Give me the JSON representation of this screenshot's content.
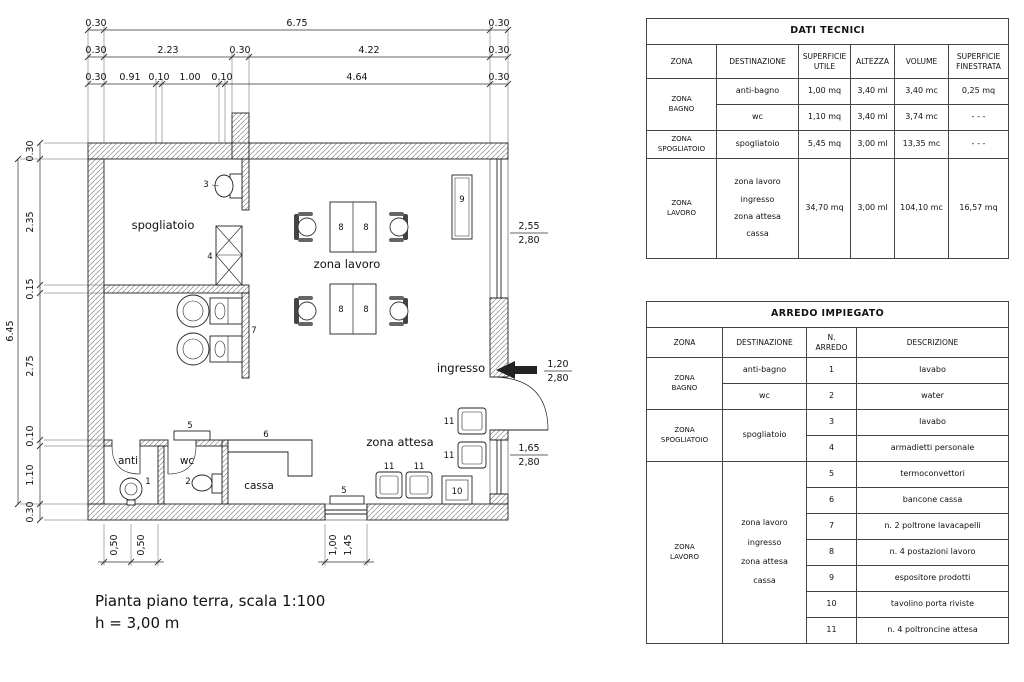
{
  "caption": {
    "line1": "Pianta piano terra, scala 1:100",
    "line2": "h = 3,00 m"
  },
  "plan": {
    "labels": {
      "spogliatoio": "spogliatoio",
      "zona_lavoro": "zona lavoro",
      "ingresso": "ingresso",
      "zona_attesa": "zona attesa",
      "anti": "anti",
      "wc": "wc",
      "cassa": "cassa"
    },
    "numbers": {
      "n1": "1",
      "n2": "2",
      "n3": "3",
      "n4": "4",
      "n5": "5",
      "n6": "6",
      "n7": "7",
      "n8": "8",
      "n9": "9",
      "n10": "10",
      "n11": "11"
    },
    "dims": {
      "top1": [
        "0.30",
        "6.75",
        "0.30"
      ],
      "top2": [
        "0.30",
        "2.23",
        "0.30",
        "4.22",
        "0.30"
      ],
      "top3": [
        "0.30",
        "0.91",
        "0.10",
        "1.00",
        "0.10",
        "4.64",
        "0.30"
      ],
      "left": [
        "0.30",
        "2.35",
        "0.15",
        "2.75",
        "0.10",
        "1.10",
        "0.30"
      ],
      "left_total": "6.45",
      "window1": [
        "2,55",
        "2,80"
      ],
      "door": [
        "1,20",
        "2,80"
      ],
      "window2": [
        "1,65",
        "2,80"
      ],
      "bottom_left": [
        "0,50",
        "0,50"
      ],
      "bottom_mid": [
        "1,00",
        "1,45"
      ]
    }
  },
  "tables": {
    "dati": {
      "title": "DATI TECNICI",
      "headers": [
        "ZONA",
        "DESTINAZIONE",
        "SUPERFICIE\nUTILE",
        "ALTEZZA",
        "VOLUME",
        "SUPERFICIE\nFINESTRATA"
      ],
      "zona_bagno": "ZONA\nBAGNO",
      "row_anti": [
        "anti-bagno",
        "1,00 mq",
        "3,40 ml",
        "3,40 mc",
        "0,25 mq"
      ],
      "row_wc": [
        "wc",
        "1,10 mq",
        "3,40 ml",
        "3,74 mc",
        "- - -"
      ],
      "zona_spogliatoio": "ZONA SPOGLIATOIO",
      "row_spogliatoio": [
        "spogliatoio",
        "5,45 mq",
        "3,00 ml",
        "13,35 mc",
        "- - -"
      ],
      "zona_lavoro": "ZONA\nLAVORO",
      "lavoro_dest": [
        "zona lavoro",
        "ingresso",
        "zona attesa",
        "cassa"
      ],
      "row_lavoro": [
        "34,70 mq",
        "3,00 ml",
        "104,10 mc",
        "16,57 mq"
      ]
    },
    "arredo": {
      "title": "ARREDO IMPIEGATO",
      "headers": [
        "ZONA",
        "DESTINAZIONE",
        "N.\nARREDO",
        "DESCRIZIONE"
      ],
      "zona_bagno": "ZONA\nBAGNO",
      "bagno_rows": [
        [
          "anti-bagno",
          "1",
          "lavabo"
        ],
        [
          "wc",
          "2",
          "water"
        ]
      ],
      "zona_spogliatoio": "ZONA\nSPOGLIATOIO",
      "spogliatoio_dest": "spogliatoio",
      "spogliatoio_rows": [
        [
          "3",
          "lavabo"
        ],
        [
          "4",
          "armadietti personale"
        ]
      ],
      "zona_lavoro": "ZONA\nLAVORO",
      "lavoro_dest": [
        "zona lavoro",
        "ingresso",
        "zona attesa",
        "cassa"
      ],
      "lavoro_rows": [
        [
          "5",
          "termoconvettori"
        ],
        [
          "6",
          "bancone cassa"
        ],
        [
          "7",
          "n. 2 poltrone lavacapelli"
        ],
        [
          "8",
          "n. 4 postazioni lavoro"
        ],
        [
          "9",
          "espositore prodotti"
        ],
        [
          "10",
          "tavolino porta riviste"
        ],
        [
          "11",
          "n. 4 poltroncine attesa"
        ]
      ]
    }
  }
}
